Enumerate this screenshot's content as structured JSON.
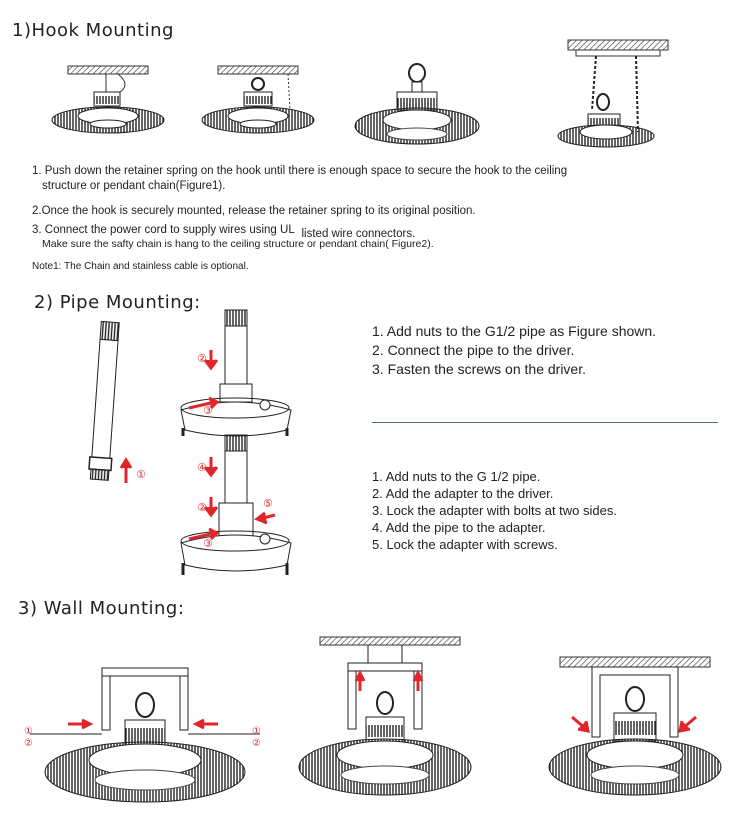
{
  "hook": {
    "heading": "1)Hook Mounting",
    "steps": [
      "1. Push down the retainer spring on the hook until there is enough space to secure the hook to the ceiling",
      "structure or pendant chain(Figure1).",
      "2.Once the hook is securely mounted, release the retainer spring to its original position.",
      "3. Connect the power cord to supply wires using UL",
      "listed wire connectors.",
      "Make sure the safty chain is hang to the ceiling structure or pendant chain( Figure2)."
    ],
    "note": "Note1: The Chain and stainless cable is optional."
  },
  "pipe": {
    "heading": "2)  Pipe Mounting:",
    "steps_a": [
      "1. Add nuts to the G1/2 pipe as Figure shown.",
      "2. Connect the pipe to the driver.",
      "3. Fasten the screws on the driver."
    ],
    "steps_b": [
      "1. Add nuts to the G 1/2 pipe.",
      "2. Add the adapter to the driver.",
      "3. Lock the adapter with bolts at two sides.",
      "4. Add the pipe to the adapter.",
      "5. Lock the adapter with screws."
    ],
    "callouts": {
      "n1": "①",
      "n2": "②",
      "n3": "③",
      "n4": "④",
      "n5": "⑤"
    }
  },
  "wall": {
    "heading": "3)  Wall Mounting:"
  },
  "colors": {
    "accent_red": "#e0262a",
    "divider": "#4c6a8a"
  }
}
